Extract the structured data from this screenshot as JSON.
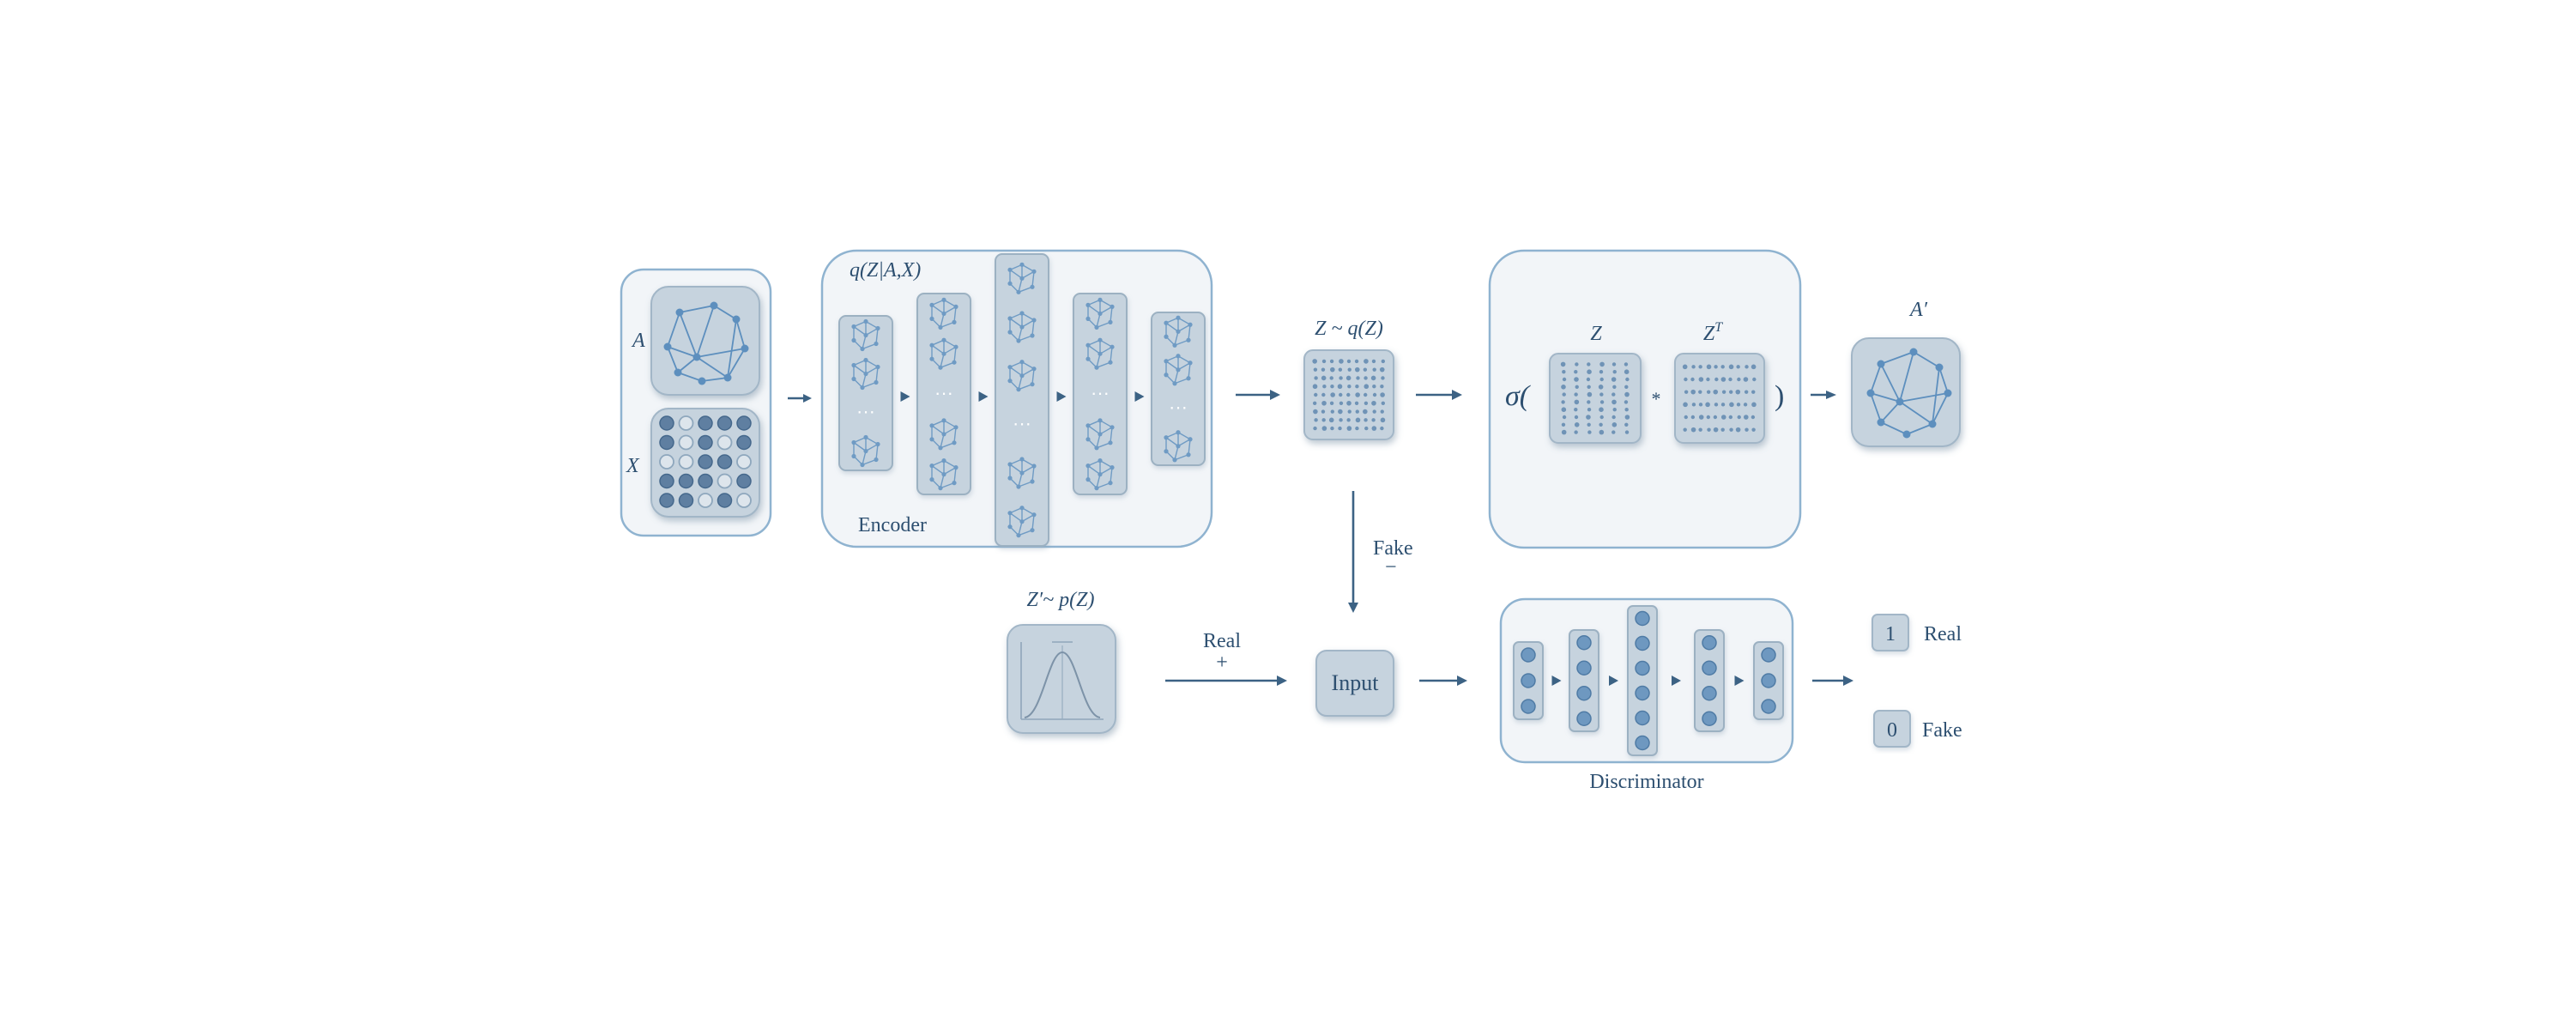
{
  "labels": {
    "adjacency": "A",
    "features": "X",
    "posterior": "q(Z|A,X)",
    "encoder": "Encoder",
    "latent": "Z ~ q(Z)",
    "sigma_open": "σ(",
    "z": "Z",
    "z_transpose_base": "Z",
    "z_transpose_sup": "T",
    "times": "*",
    "sigma_close": ")",
    "reconstruction": "A′",
    "prior": "Z′~ p(Z)",
    "real_arrow": "Real",
    "plus": "+",
    "fake_arrow": "Fake",
    "minus": "−",
    "input": "Input",
    "discriminator": "Discriminator",
    "out_real_value": "1",
    "out_real_label": "Real",
    "out_fake_value": "0",
    "out_fake_label": "Fake",
    "ellipsis": "···"
  },
  "colors": {
    "panel_fill": "#f2f5f8",
    "panel_stroke": "#8fb3d0",
    "tile_fill": "#c6d3de",
    "arrow": "#3c6284",
    "graph": "#5d8fbe",
    "text": "#2d4f70"
  },
  "structure": {
    "encoder_columns": [
      3,
      4,
      5,
      4,
      3
    ],
    "discriminator_layers": [
      3,
      4,
      6,
      4,
      3
    ]
  }
}
